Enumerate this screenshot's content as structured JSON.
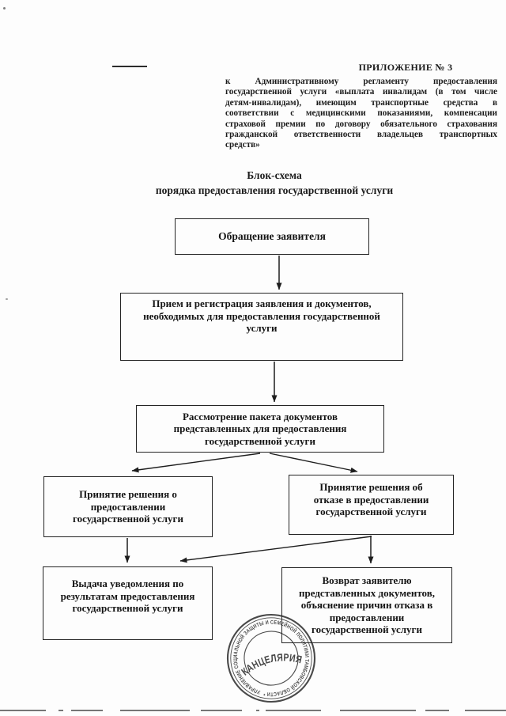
{
  "page": {
    "appendix_title": "ПРИЛОЖЕНИЕ № 3",
    "appendix_body": "к Административному регламенту предоставления\nгосударственной услуги «выплата инвалидам (в том числе\nдетям-инвалидам), имеющим транспортные средства в\nсоответствии с медицинскими показаниями, компенсации\nстраховой премии по договору обязательного страхования\nгражданской ответственности владельцев транспортных\nсредств»",
    "scheme_title_line1": "Блок-схема",
    "scheme_title_line2": "порядка предоставления государственной услуги"
  },
  "flowchart": {
    "nodes": {
      "applicant_request": "Обращение заявителя",
      "reception": "Прием и регистрация заявления и документов,\nнеобходимых для предоставления государственной\nуслуги",
      "review": "Рассмотрение пакета документов\nпредставленных для предоставления\nгосударственной услуги",
      "decision_grant": "Принятие решения  о\nпредоставлении\nгосударственной услуги",
      "decision_refuse": "Принятие решения   об\nотказе в предоставлении\nгосударственной услуги",
      "notice_issue": "Выдача уведомления по\nрезультатам предоставления\nгосударственной услуги",
      "return_docs": "Возврат заявителю\nпредставленных документов,\nобъяснение причин  отказа  в\nпредоставлении\nгосударственной услуги"
    },
    "edges": [
      {
        "from": "applicant_request",
        "to": "reception"
      },
      {
        "from": "reception",
        "to": "review"
      },
      {
        "from": "review",
        "to": "decision_grant"
      },
      {
        "from": "review",
        "to": "decision_refuse"
      },
      {
        "from": "decision_grant",
        "to": "notice_issue"
      },
      {
        "from": "decision_refuse",
        "to": "return_docs"
      },
      {
        "from": "decision_refuse",
        "to": "notice_issue"
      }
    ]
  },
  "stamp": {
    "ring_text": "УПРАВЛЕНИЕ СОЦИАЛЬНОЙ ЗАЩИТЫ И СЕМЕЙНОЙ ПОЛИТИКИ ТАМБОВСКОЙ ОБЛАСТИ *",
    "center_text": "КАНЦЕЛЯРИЯ"
  },
  "colors": {
    "ink": "#1d1d1d",
    "paper": "#fdfdfd",
    "stamp_ink": "#272727"
  }
}
